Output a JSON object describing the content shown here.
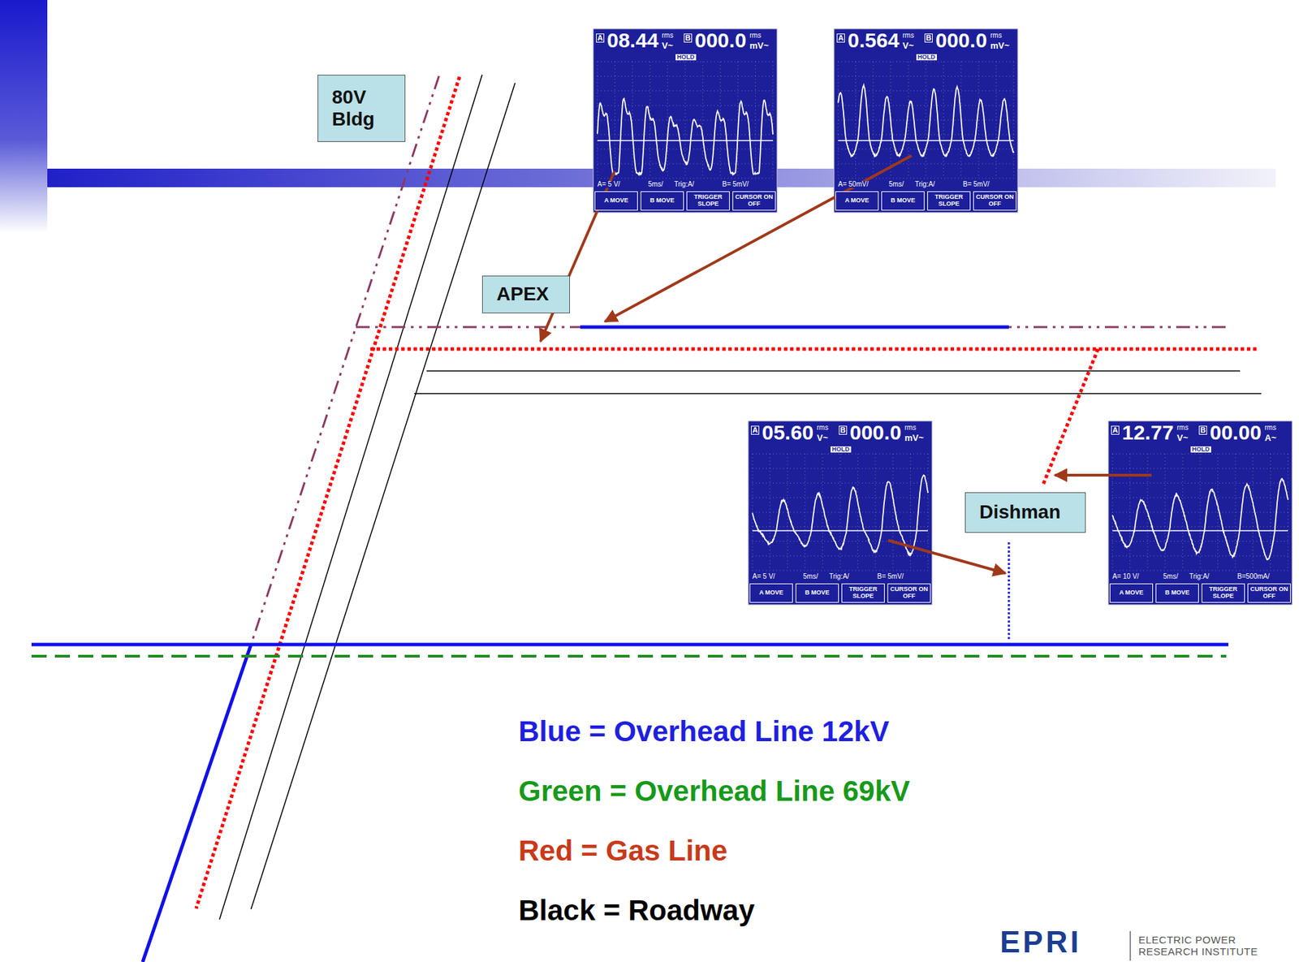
{
  "diagram": {
    "nodes": [
      {
        "text": [
          "80V Bldg"
        ]
      },
      {
        "text": [
          "A",
          "08.44",
          "rms",
          "V~",
          "B",
          "000.0",
          "rms",
          "mV~",
          "HOLD",
          "A= 5 V/",
          "5ms/",
          "Trig:A/",
          "B= 5mV/",
          "A MOVE",
          "B MOVE",
          "TRIGGER SLOPE",
          "CURSOR ON OFF"
        ]
      },
      {
        "text": [
          "A",
          "0.564",
          "rms",
          "V~",
          "B",
          "000.0",
          "rms",
          "mV~",
          "HOLD",
          "A= 50mV/",
          "5ms/",
          "Trig:A/",
          "B= 5mV/",
          "A MOVE",
          "B MOVE",
          "TRIGGER SLOPE",
          "CURSOR ON OFF"
        ]
      },
      {
        "text": [
          "APEX"
        ]
      },
      {
        "text": [
          "A",
          "05.60",
          "rms",
          "V~",
          "B",
          "000.0",
          "rms",
          "mV~",
          "HOLD",
          "A= 5 V/",
          "5ms/",
          "Trig:A/",
          "B= 5mV/",
          "A MOVE",
          "B MOVE",
          "TRIGGER SLOPE",
          "CURSOR ON OFF"
        ]
      },
      {
        "text": [
          "Dishman"
        ]
      },
      {
        "text": [
          "A",
          "12.77",
          "rms",
          "V~",
          "B",
          "00.00",
          "rms",
          "A~",
          "HOLD",
          "A= 10 V/",
          "5ms/",
          "Trig:A/",
          "B=500mA/",
          "A MOVE",
          "B MOVE",
          "TRIGGER SLOPE",
          "CURSOR ON OFF"
        ]
      }
    ],
    "labels": [
      "EPRI",
      "ELECTRIC POWER RESEARCH INSTITUTE"
    ],
    "legend": [
      {
        "text": "Blue = Overhead Line 12kV",
        "color": "#1f1fe0"
      },
      {
        "text": "Green = Overhead Line 69kV",
        "color": "#17991a"
      },
      {
        "text": "Red = Gas Line",
        "color": "#c83a1a"
      },
      {
        "text": "Black = Roadway",
        "color": "#000000"
      }
    ]
  }
}
